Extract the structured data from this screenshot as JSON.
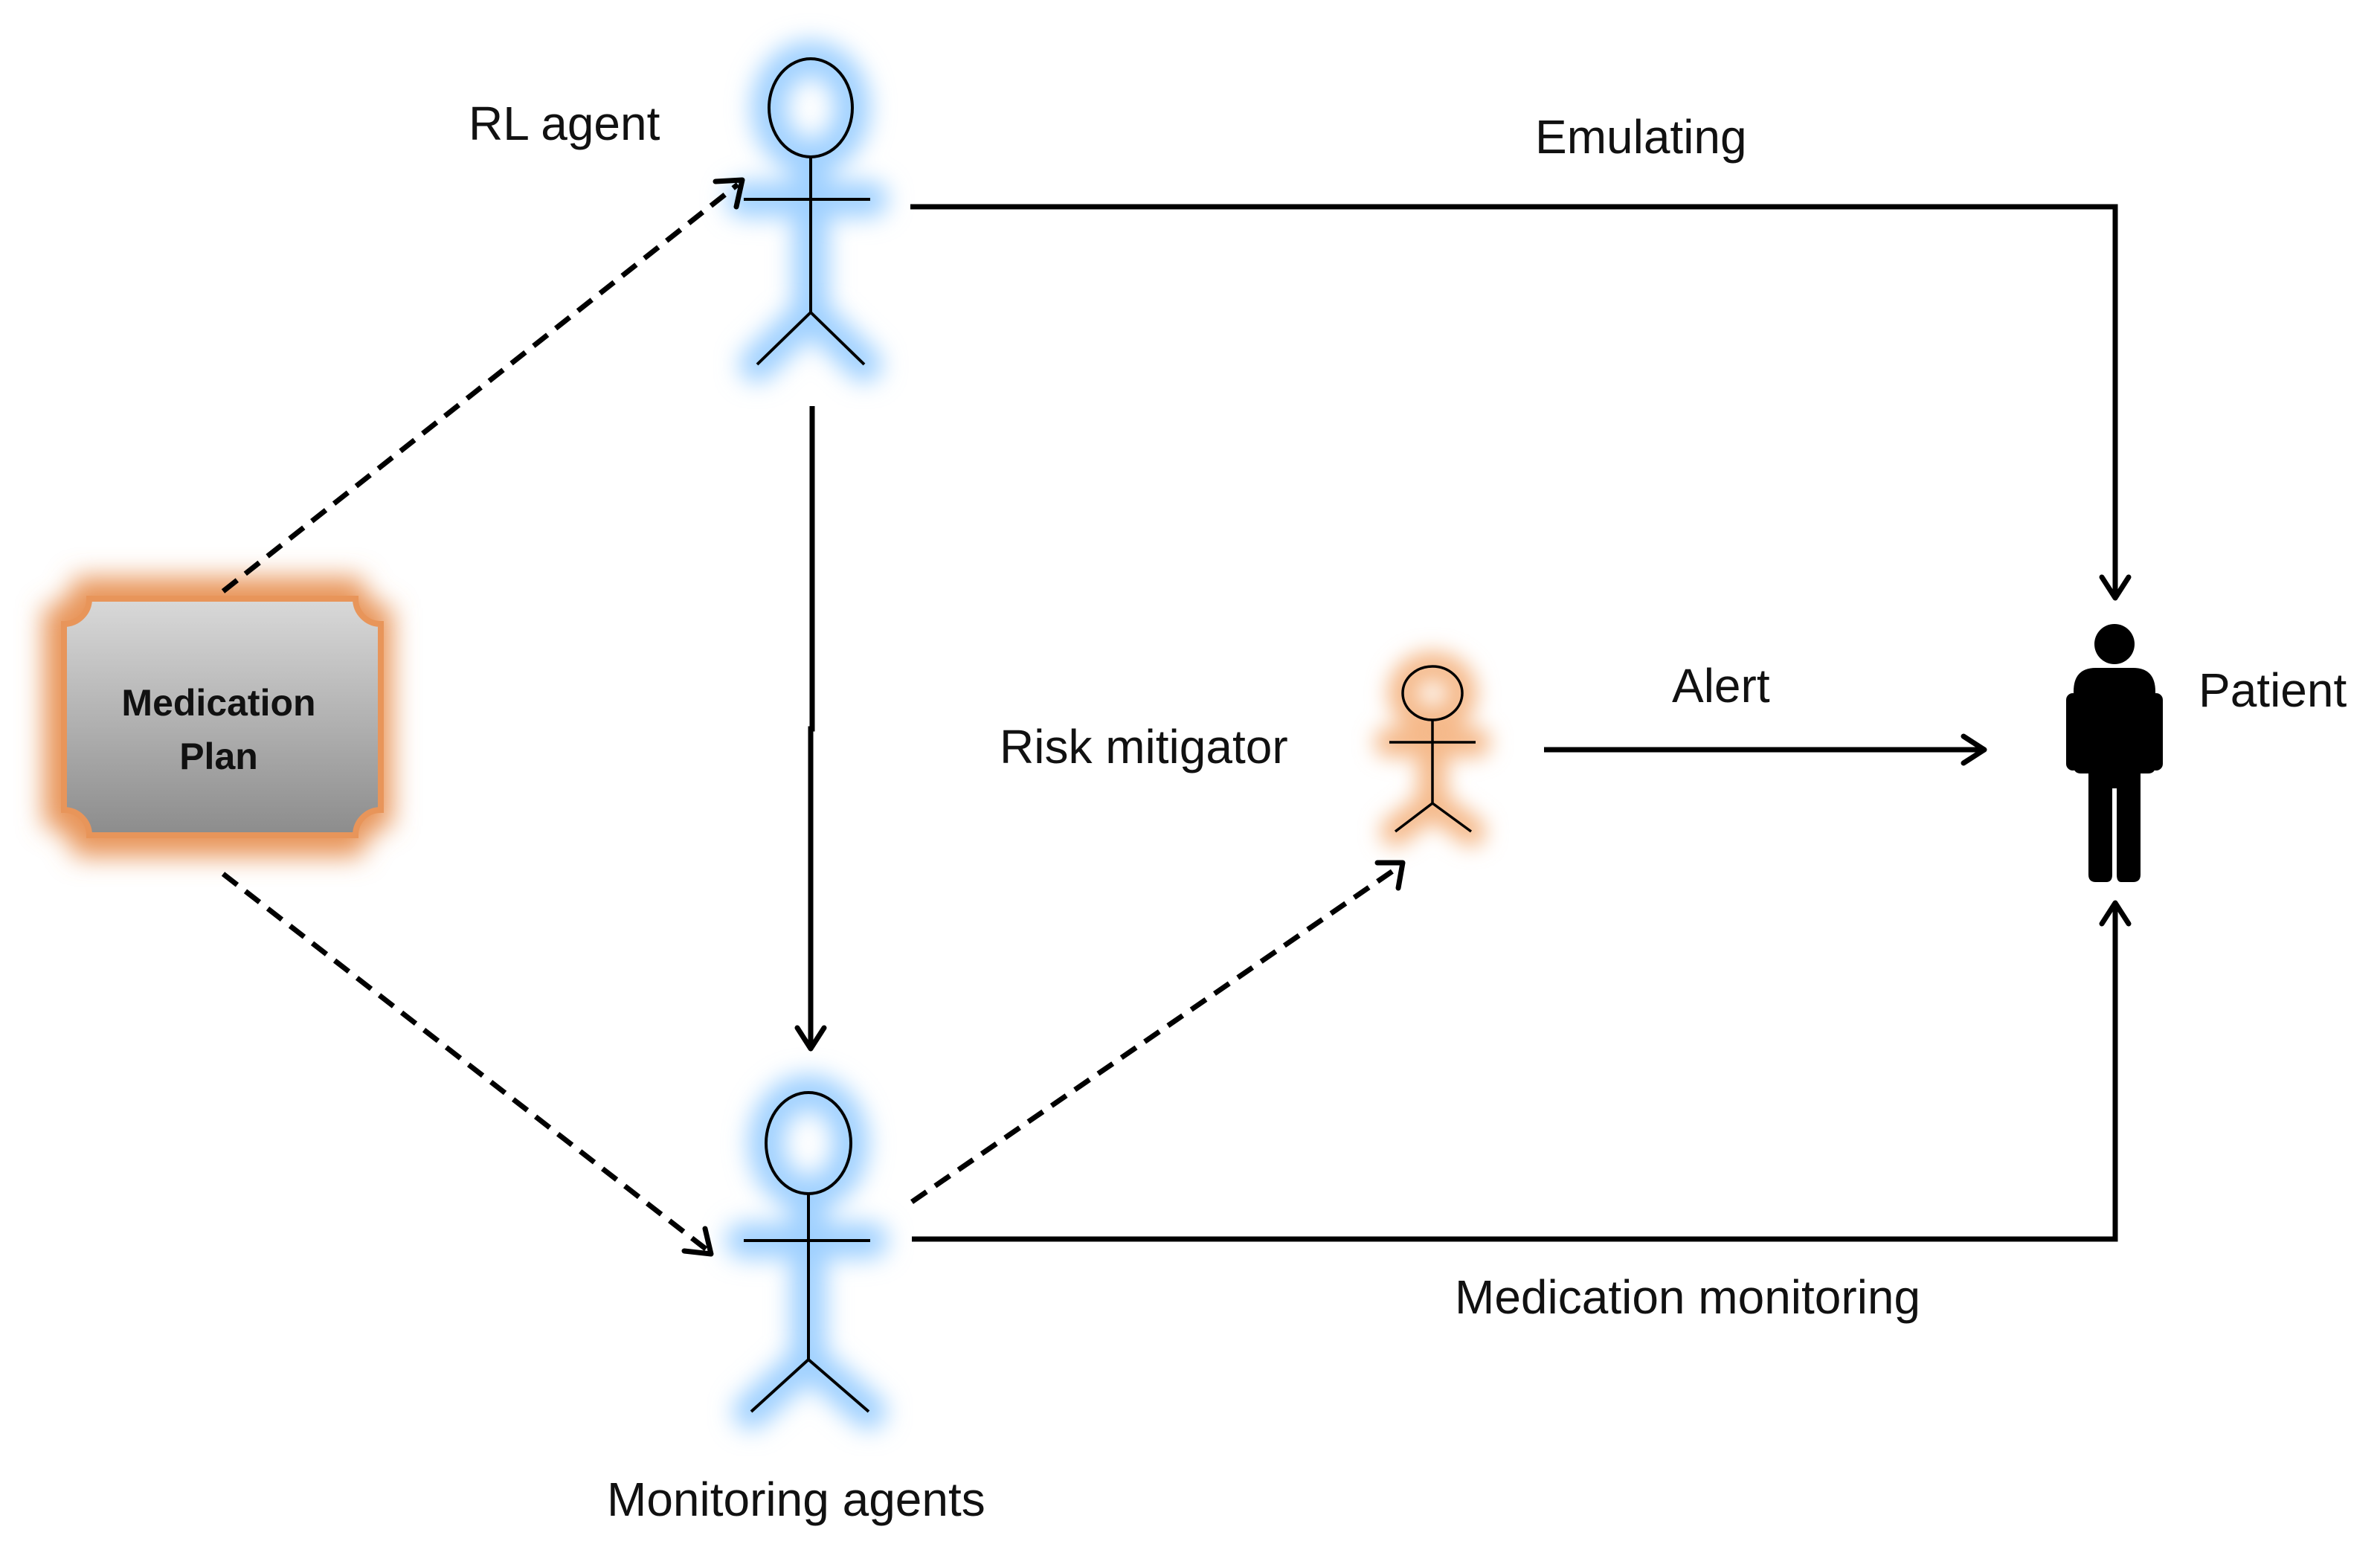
{
  "labels": {
    "rl_agent": "RL agent",
    "emulating": "Emulating",
    "medication_plan_line1": "Medication",
    "medication_plan_line2": "Plan",
    "risk_mitigator": "Risk mitigator",
    "alert": "Alert",
    "patient": "Patient",
    "medication_monitoring": "Medication monitoring",
    "monitoring_agents": "Monitoring agents"
  },
  "colors": {
    "agent_glow": "#9fd0ff",
    "mitigator_glow": "#f5b98a",
    "plan_glow": "#e8955a",
    "plan_fill_top": "#d9d9d9",
    "plan_fill_bottom": "#8c8c8c",
    "line": "#000000"
  },
  "icons": {
    "rl_agent": "stick-figure-icon",
    "monitoring_agents": "stick-figure-icon",
    "risk_mitigator": "stick-figure-icon",
    "patient": "person-silhouette-icon",
    "medication_plan": "plaque-shape-icon"
  }
}
